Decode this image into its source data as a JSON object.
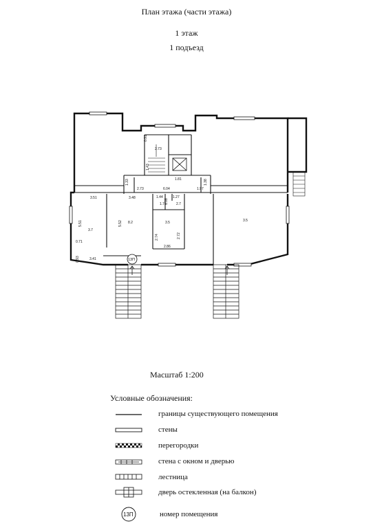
{
  "header": {
    "title": "План этажа (части этажа)",
    "floor": "1 этаж",
    "entrance": "1 подъезд"
  },
  "scale": "Масштаб 1:200",
  "plan": {
    "room_marker": "13П",
    "dimensions": {
      "d1": "0.91",
      "d2": "2.73",
      "d3": "1.43",
      "d4": "1.33",
      "d5": "1.81",
      "d6": "2.73",
      "d7": "6.04",
      "d8": "1.38",
      "d9": "1.97",
      "d10": "3.51",
      "d11": "3.48",
      "d12": "1.44",
      "d13": "1.08",
      "d14": "1.27",
      "d15": "2.7",
      "d16": "5.51",
      "d17": "5.52",
      "d18": "0.71",
      "d19": "2.74",
      "d20": "2.72",
      "d21": "3.41",
      "d22": "0.93",
      "d23": "2.86",
      "d24": "1.71",
      "d25": "3.5"
    },
    "room_labels": {
      "r1": "3.7",
      "r2": "8.2",
      "r3": "3.5"
    }
  },
  "legend": {
    "title": "Условные обозначения:",
    "items": [
      {
        "label": "границы существующего помещения"
      },
      {
        "label": "стены"
      },
      {
        "label": "перегородки"
      },
      {
        "label": "стена с окном и дверью"
      },
      {
        "label": "лестница"
      },
      {
        "label": "дверь остекленная (на балкон)"
      },
      {
        "label": "номер помещения",
        "symbol": "13П"
      }
    ]
  }
}
